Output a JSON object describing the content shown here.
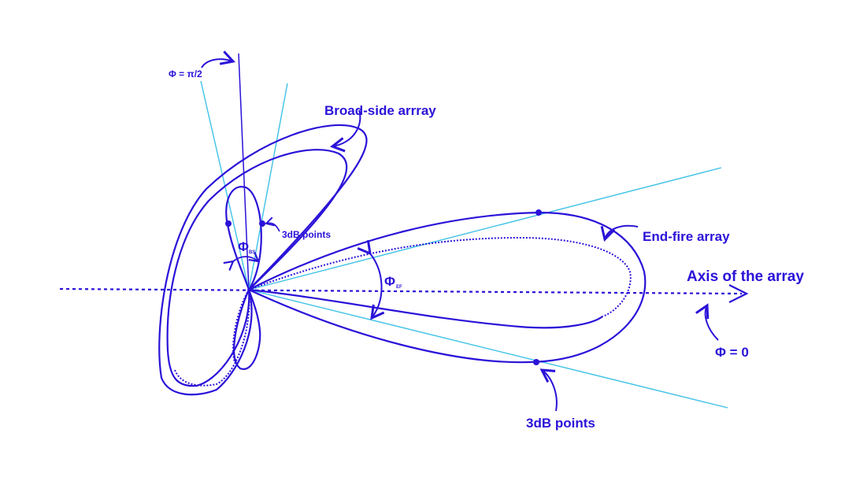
{
  "labels": {
    "phi_half_pi": "Φ = π/2",
    "broad_side": "Broad-side arrray",
    "end_fire": "End-fire array",
    "axis": "Axis of the array",
    "phi_zero": "Φ = 0",
    "three_db_small": "3dB points",
    "three_db_large": "3dB points",
    "phi_bs_symbol": "Φ",
    "phi_bs_sub": "BS",
    "phi_ef_symbol": "Φ",
    "phi_ef_sub": "EF"
  },
  "colors": {
    "primary": "#2a12d8",
    "beam_lines": "#3fc2e6"
  }
}
